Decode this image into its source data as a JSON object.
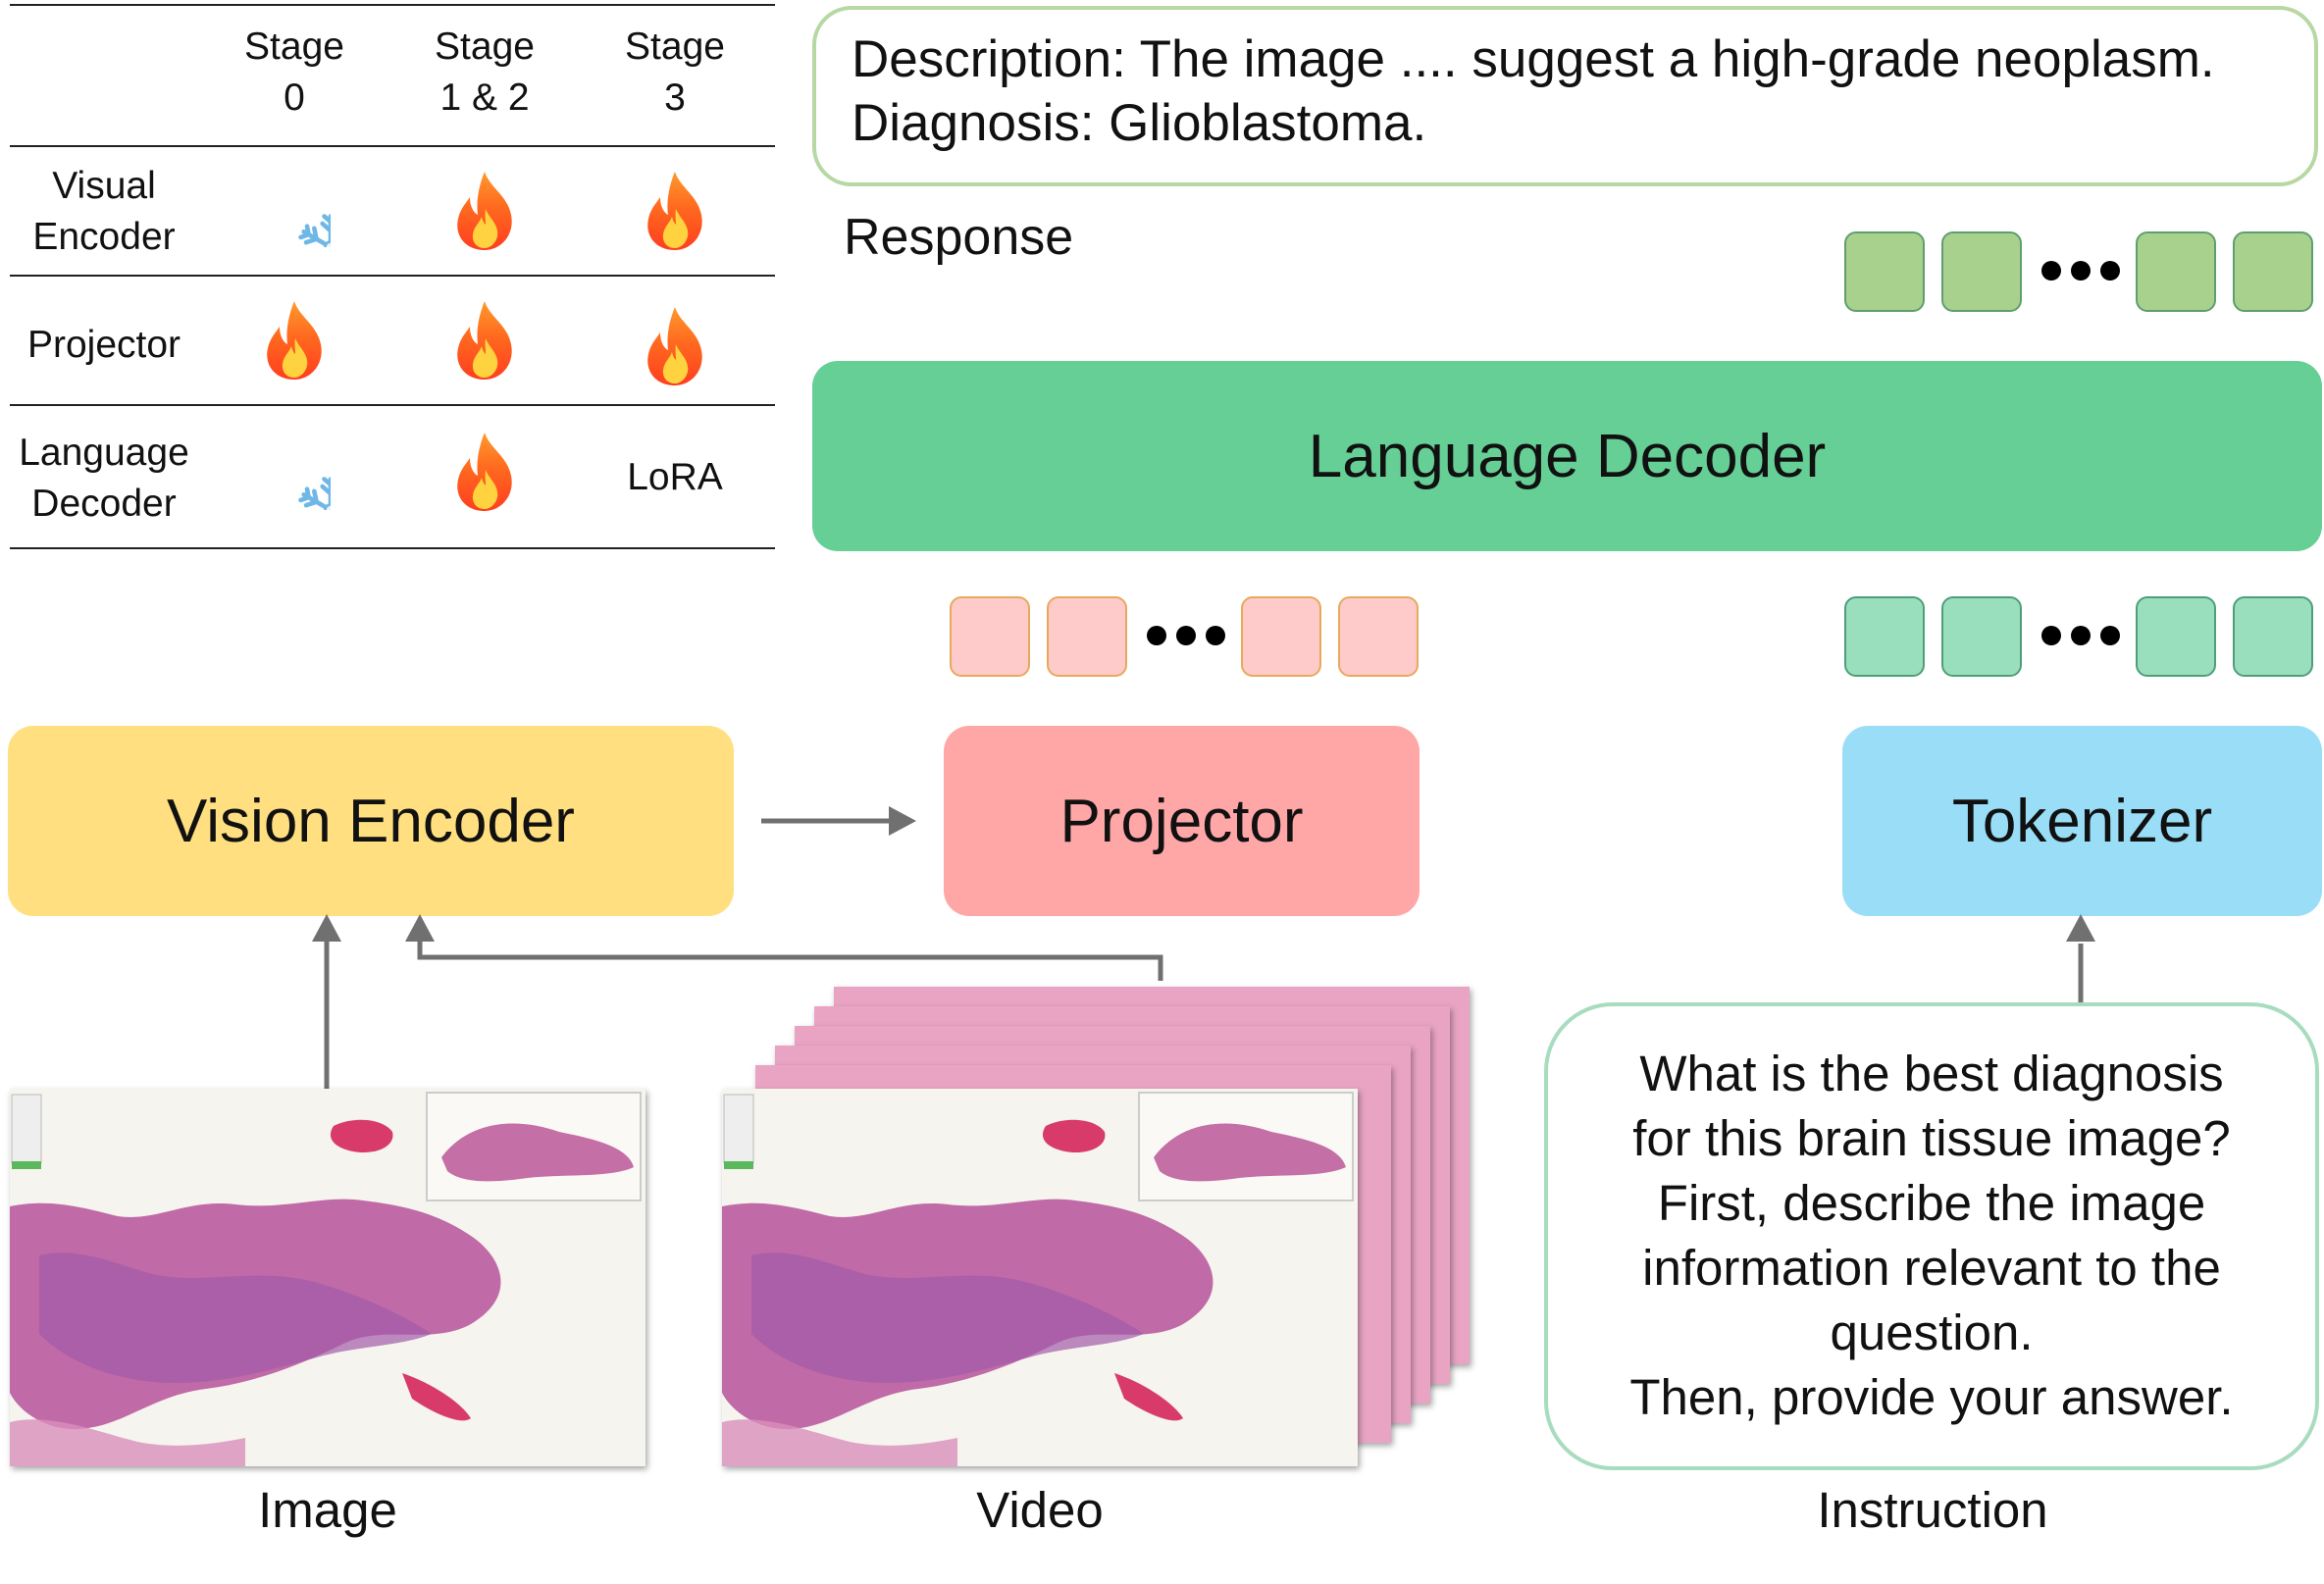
{
  "table": {
    "columns": [
      {
        "line1": "Stage",
        "line2": "0"
      },
      {
        "line1": "Stage",
        "line2": "1 & 2"
      },
      {
        "line1": "Stage",
        "line2": "3"
      }
    ],
    "rows": [
      {
        "label_line1": "Visual",
        "label_line2": "Encoder",
        "cells": [
          "snowflake-icon",
          "fire-icon",
          "fire-icon"
        ]
      },
      {
        "label_line1": "Projector",
        "label_line2": "",
        "cells": [
          "fire-icon",
          "fire-icon",
          "fire-icon"
        ]
      },
      {
        "label_line1": "Language",
        "label_line2": "Decoder",
        "cells": [
          "snowflake-icon",
          "fire-icon",
          "LoRA"
        ]
      }
    ]
  },
  "response": {
    "line1": "Description: The image .... suggest a high-grade neoplasm.",
    "line2": "Diagnosis: Glioblastoma.",
    "label": "Response"
  },
  "modules": {
    "language_decoder": "Language Decoder",
    "vision_encoder": "Vision Encoder",
    "projector": "Projector",
    "tokenizer": "Tokenizer"
  },
  "instruction": {
    "lines": [
      "What is the best diagnosis",
      "for this brain tissue image?",
      "First, describe the image",
      "information relevant to the",
      "question.",
      "Then, provide your answer."
    ]
  },
  "captions": {
    "image": "Image",
    "video": "Video",
    "instruction": "Instruction"
  },
  "colors": {
    "response_border": "#b7d8a3",
    "language_decoder": "#66cf95",
    "vision_encoder": "#ffdf80",
    "projector": "#ffa7a7",
    "tokenizer": "#99ddf7",
    "instruction_border": "#a8dcbf",
    "arrow": "#707070"
  }
}
